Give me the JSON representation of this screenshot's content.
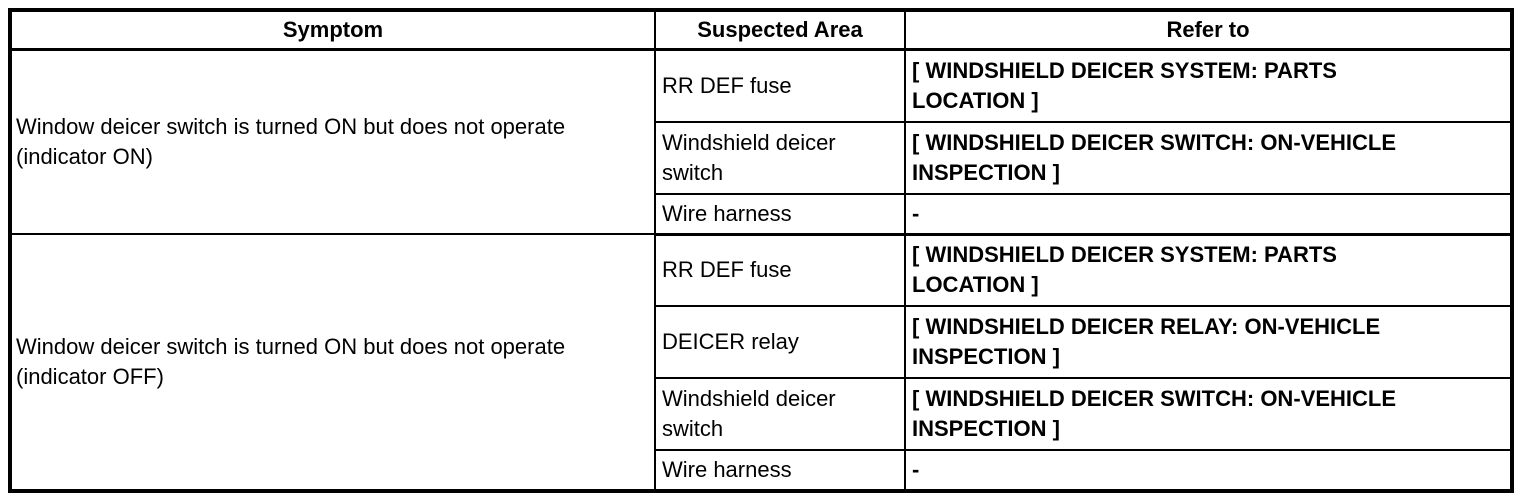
{
  "header": {
    "symptom": "Symptom",
    "suspected_area": "Suspected Area",
    "refer_to": "Refer to"
  },
  "groups": [
    {
      "symptom": "Window deicer switch is turned ON but does not operate (indicator ON)",
      "rows": [
        {
          "area": "RR DEF fuse",
          "ref": "[ WINDSHIELD DEICER SYSTEM: PARTS LOCATION ]"
        },
        {
          "area": "Windshield deicer switch",
          "ref": "[ WINDSHIELD DEICER SWITCH: ON-VEHICLE INSPECTION ]"
        },
        {
          "area": "Wire harness",
          "ref": "-"
        }
      ]
    },
    {
      "symptom": "Window deicer switch is turned ON but does not operate (indicator OFF)",
      "rows": [
        {
          "area": "RR DEF fuse",
          "ref": "[ WINDSHIELD DEICER SYSTEM: PARTS LOCATION ]"
        },
        {
          "area": "DEICER relay",
          "ref": "[ WINDSHIELD DEICER RELAY: ON-VEHICLE INSPECTION ]"
        },
        {
          "area": "Windshield deicer switch",
          "ref": "[ WINDSHIELD DEICER SWITCH: ON-VEHICLE INSPECTION ]"
        },
        {
          "area": "Wire harness",
          "ref": "-"
        }
      ]
    }
  ],
  "colors": {
    "border": "#000000",
    "text": "#000000",
    "background": "#ffffff"
  }
}
